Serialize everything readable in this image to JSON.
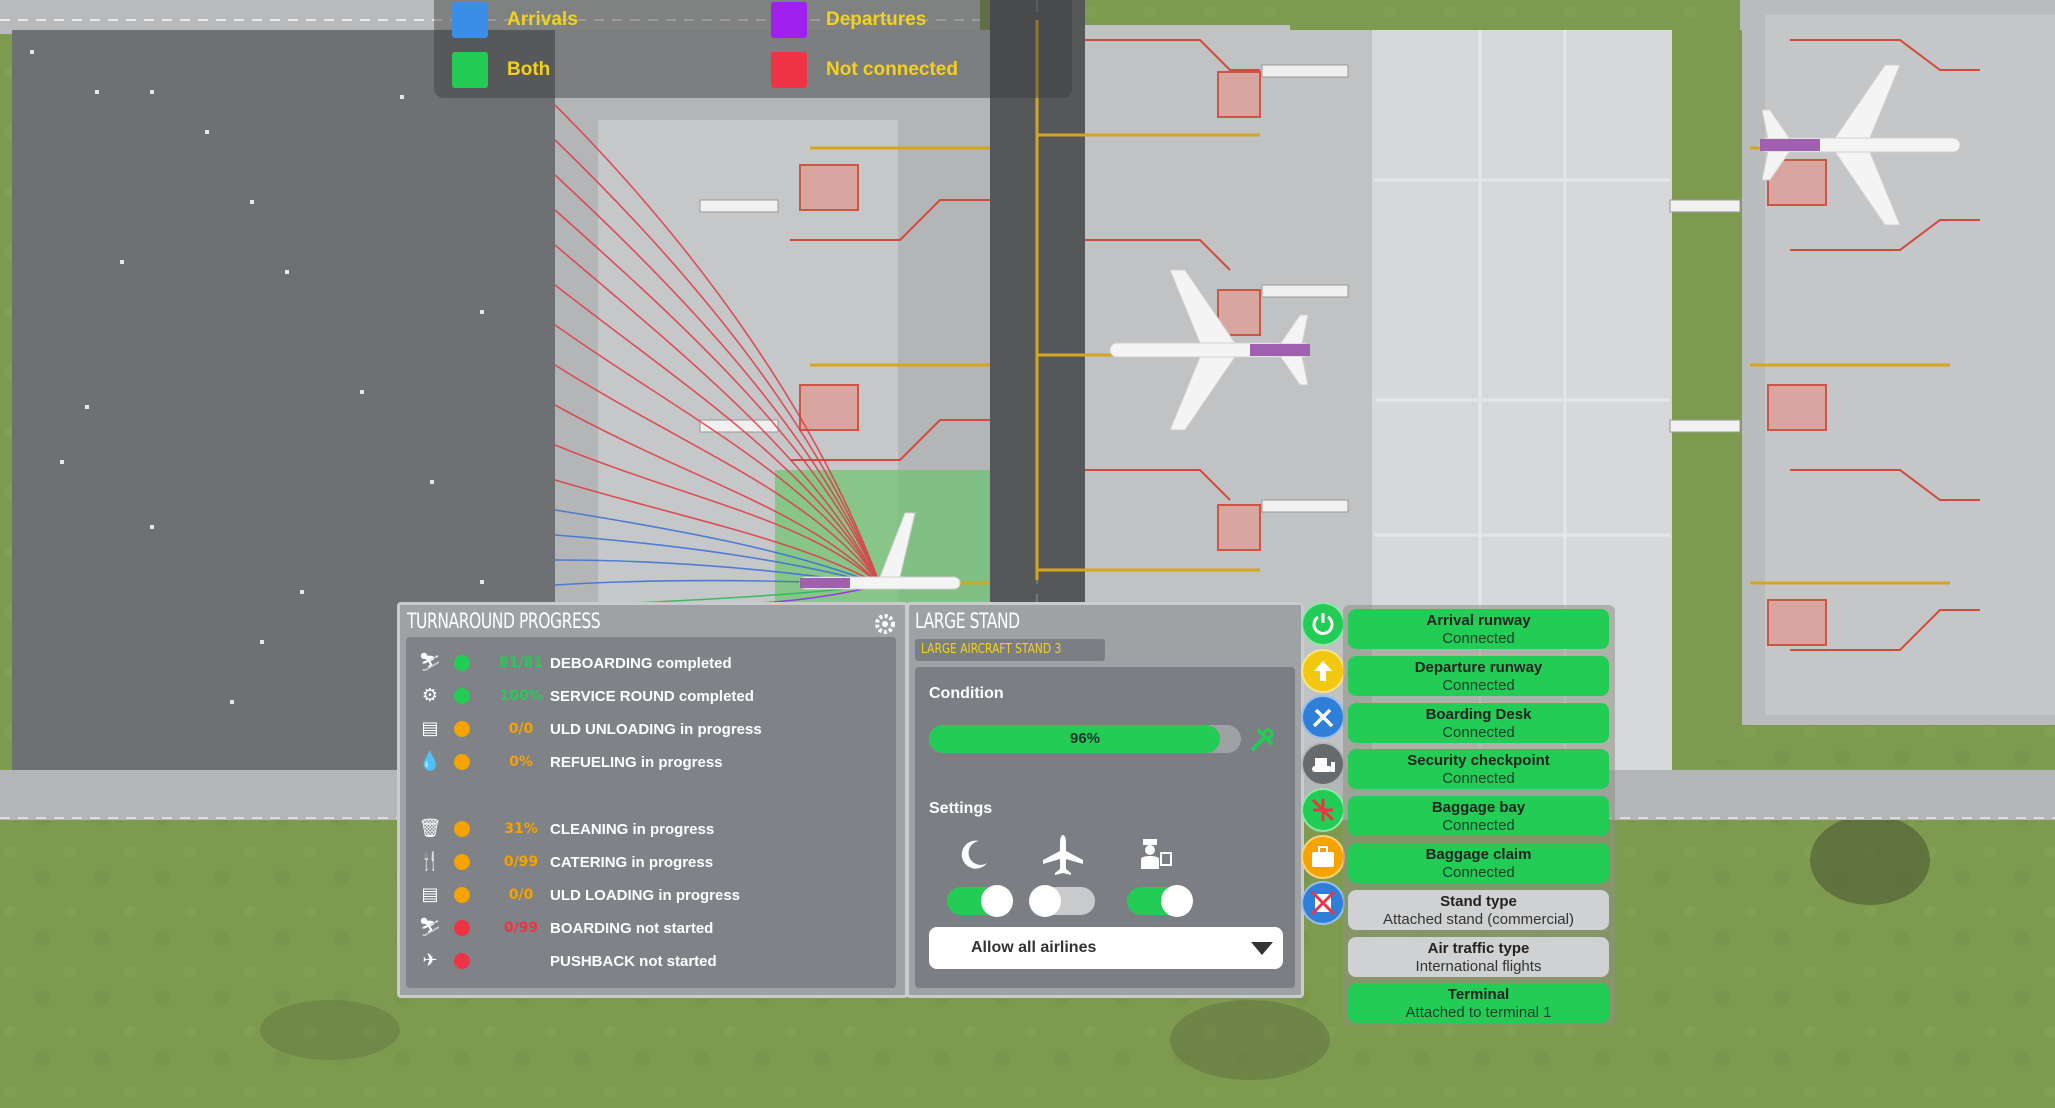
{
  "legend": {
    "items": [
      {
        "label": "Arrivals",
        "color": "#3a8ee6"
      },
      {
        "label": "Departures",
        "color": "#a020f0"
      },
      {
        "label": "Both",
        "color": "#22cc55"
      },
      {
        "label": "Not connected",
        "color": "#ee3344"
      }
    ]
  },
  "turnaround": {
    "title": "TURNAROUND PROGRESS",
    "settings_icon": "gear-icon",
    "rows": [
      {
        "icon": "deboarding-icon",
        "glyph": "⛷",
        "status": "green",
        "value": "81/81",
        "label": "DEBOARDING completed"
      },
      {
        "icon": "service-round-icon",
        "glyph": "⚙",
        "status": "green",
        "value": "100%",
        "label": "SERVICE ROUND completed"
      },
      {
        "icon": "uld-unloading-icon",
        "glyph": "▤",
        "status": "orange",
        "value": "0/0",
        "label": "ULD UNLOADING in progress"
      },
      {
        "icon": "refueling-icon",
        "glyph": "💧",
        "status": "orange",
        "value": "0%",
        "label": "REFUELING in progress"
      },
      {
        "icon": "cleaning-icon",
        "glyph": "🗑",
        "status": "orange",
        "value": "31%",
        "label": "CLEANING in progress"
      },
      {
        "icon": "catering-icon",
        "glyph": "🍴",
        "status": "orange",
        "value": "0/99",
        "label": "CATERING in progress"
      },
      {
        "icon": "uld-loading-icon",
        "glyph": "▤",
        "status": "orange",
        "value": "0/0",
        "label": "ULD LOADING in progress"
      },
      {
        "icon": "boarding-icon",
        "glyph": "⛷",
        "status": "red",
        "value": "0/99",
        "label": "BOARDING not started"
      },
      {
        "icon": "pushback-icon",
        "glyph": "✈",
        "status": "red",
        "value": "",
        "label": "PUSHBACK not started"
      }
    ],
    "status_colors": {
      "green": "#22cc55",
      "orange": "#f5a300",
      "red": "#ee3344"
    }
  },
  "stand": {
    "title": "LARGE STAND",
    "name": "LARGE AIRCRAFT STAND 3",
    "condition_label": "Condition",
    "condition_value": "96%",
    "condition_fraction": 0.96,
    "settings_label": "Settings",
    "toggles": [
      {
        "icon": "moon-icon",
        "on": true
      },
      {
        "icon": "airplane-icon",
        "on": false
      },
      {
        "icon": "customs-officer-icon",
        "on": true
      }
    ],
    "airline_select": "Allow all airlines"
  },
  "side_buttons": [
    {
      "icon": "power-icon",
      "color": "#22cc55"
    },
    {
      "icon": "arrow-up-icon",
      "color": "#f2c811"
    },
    {
      "icon": "tools-icon",
      "color": "#2f7fd8"
    },
    {
      "icon": "bulldozer-icon",
      "color": "#666a6d"
    },
    {
      "icon": "no-runway-icon",
      "color": "#22cc55"
    },
    {
      "icon": "suitcase-icon",
      "color": "#f5a300"
    },
    {
      "icon": "no-bus-icon",
      "color": "#2f7fd8"
    }
  ],
  "status_cards": [
    {
      "title": "Arrival runway",
      "subtitle": "Connected",
      "state": "ok"
    },
    {
      "title": "Departure runway",
      "subtitle": "Connected",
      "state": "ok"
    },
    {
      "title": "Boarding Desk",
      "subtitle": "Connected",
      "state": "ok"
    },
    {
      "title": "Security checkpoint",
      "subtitle": "Connected",
      "state": "ok"
    },
    {
      "title": "Baggage bay",
      "subtitle": "Connected",
      "state": "ok"
    },
    {
      "title": "Baggage claim",
      "subtitle": "Connected",
      "state": "ok"
    },
    {
      "title": "Stand type",
      "subtitle": "Attached stand (commercial)",
      "state": "info"
    },
    {
      "title": "Air traffic type",
      "subtitle": "International flights",
      "state": "info"
    },
    {
      "title": "Terminal",
      "subtitle": "Attached to terminal 1",
      "state": "ok"
    }
  ],
  "colors": {
    "ok": "#22cc55",
    "info": "#cfd1d3",
    "panel": "#9ea2a5",
    "inner": "#7b7f83"
  }
}
